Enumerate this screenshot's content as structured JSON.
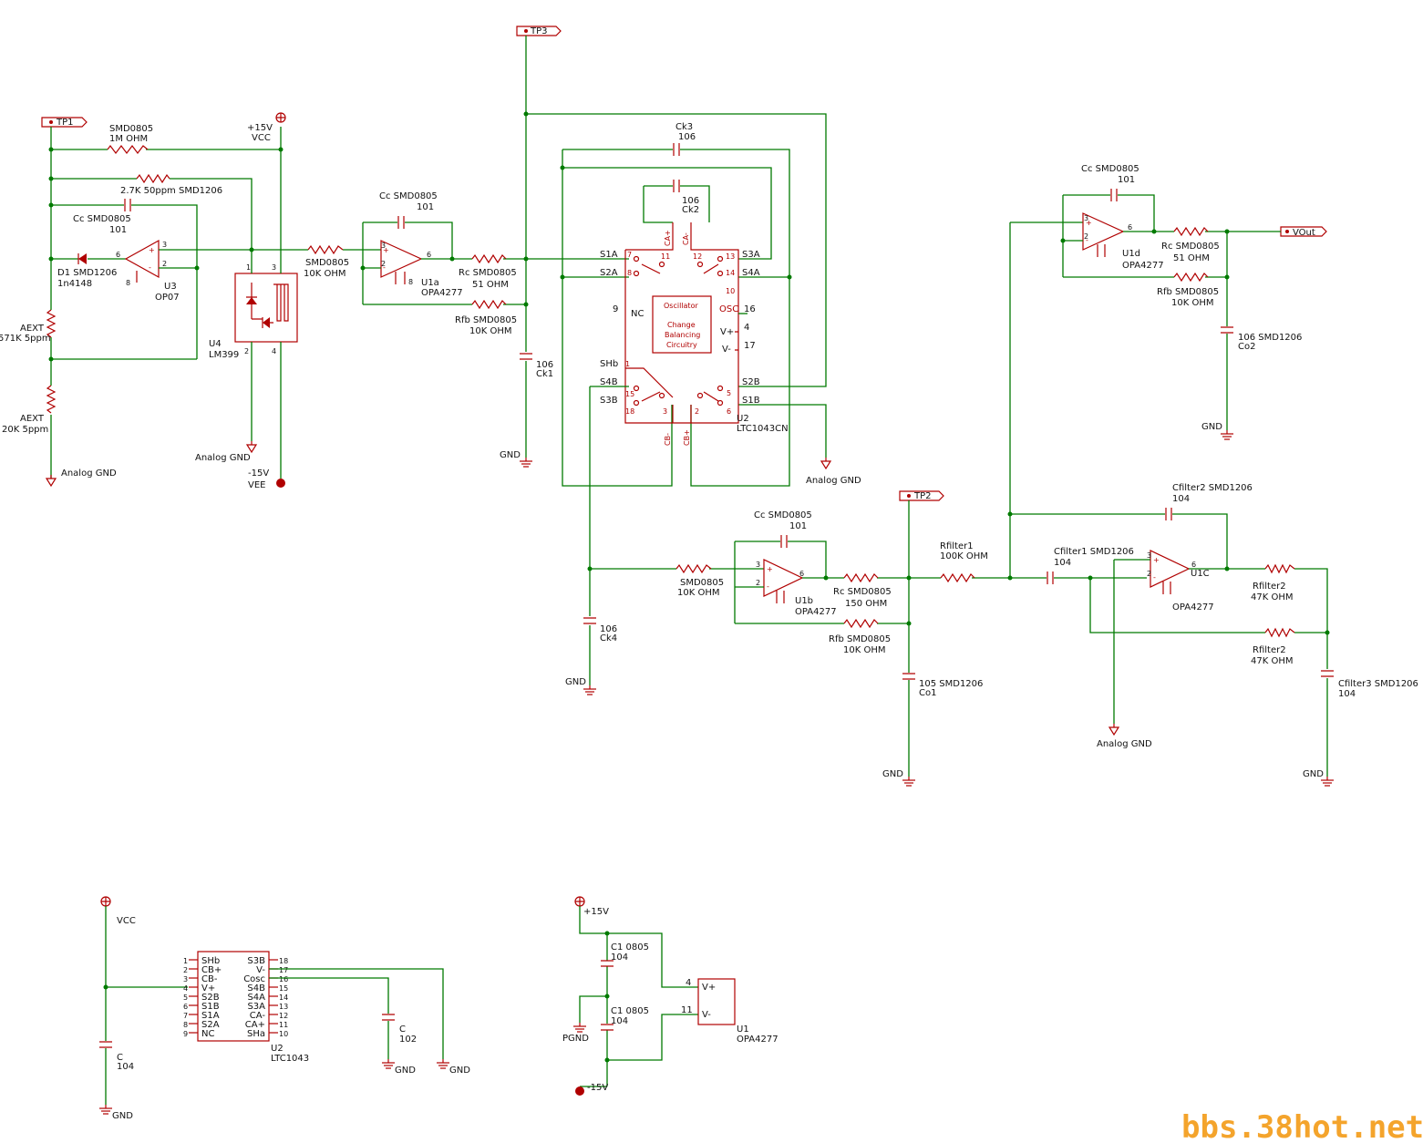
{
  "watermark": "bbs.38hot.net",
  "tp": {
    "tp1": "TP1",
    "tp2": "TP2",
    "tp3": "TP3",
    "vout": "VOut"
  },
  "power": {
    "vcc_v": "+15V",
    "vcc_n": "VCC",
    "vee_v": "-15V",
    "vee_n": "VEE",
    "agnd1": "Analog GND",
    "agnd2": "Analog GND",
    "agnd3": "Analog GND",
    "agnd4": "Analog GND",
    "gnd1": "GND",
    "gnd2": "GND",
    "gnd3": "GND",
    "gnd4": "GND",
    "gnd5": "GND",
    "gnd6": "GND",
    "gnd7": "GND",
    "gnd8": "GND",
    "gnd9": "GND",
    "vcc2": "VCC",
    "p15": "+15V",
    "m15": "-15V",
    "pgnd": "PGND"
  },
  "ref": {
    "r1m_a": "SMD0805",
    "r1m_b": "1M OHM",
    "r27k": "2.7K 50ppm SMD1206",
    "cc_a": "Cc SMD0805",
    "cc_b": "101",
    "u3_p3": "3",
    "u3_p2": "2",
    "u3_p6": "6",
    "u3_p8": "8",
    "u3_a": "U3",
    "u3_b": "OP07",
    "d1_a": "D1 SMD1206",
    "d1_b": "1n4148",
    "aext1_a": "AEXT",
    "aext1_b": "571K 5ppm",
    "aext2_a": "AEXT",
    "aext2_b": "20K 5ppm",
    "u4_a": "U4",
    "u4_b": "LM399",
    "u4_p1": "1",
    "u4_p2": "2",
    "u4_p3": "3",
    "u4_p4": "4"
  },
  "u1a": {
    "cc_a": "Cc SMD0805",
    "cc_b": "101",
    "rin_a": "SMD0805",
    "rin_b": "10K OHM",
    "p3": "3",
    "p2": "2",
    "p6": "6",
    "p8": "8",
    "name_a": "U1a",
    "name_b": "OPA4277",
    "rc_a": "Rc SMD0805",
    "rc_b": "51 OHM",
    "rfb_a": "Rfb SMD0805",
    "rfb_b": "10K OHM",
    "ck1_a": "106",
    "ck1_b": "Ck1"
  },
  "u2": {
    "ck3_a": "Ck3",
    "ck3_b": "106",
    "ck2_a": "106",
    "ck2_b": "Ck2",
    "s1a": "S1A",
    "s2a": "S2A",
    "s3a": "S3A",
    "s4a": "S4A",
    "s2b": "S2B",
    "s1b": "S1B",
    "s4b": "S4B",
    "s3b": "S3B",
    "shb": "SHb",
    "p7": "7",
    "p8": "8",
    "p11": "11",
    "p12": "12",
    "p13": "13",
    "p14": "14",
    "p10": "10",
    "p9": "9",
    "nc": "NC",
    "p16": "16",
    "p4": "4",
    "p17": "17",
    "p1": "1",
    "p15": "15",
    "p18": "18",
    "p3": "3",
    "p2": "2",
    "p5": "5",
    "p6": "6",
    "vplus": "V+",
    "vminus": "V-",
    "osc": "OSC",
    "osc_t1": "Oscillator",
    "osc_t2": "Change",
    "osc_t3": "Balancing",
    "osc_t4": "Circuitry",
    "ca_p": "CA+",
    "ca_m": "CA-",
    "cb_m": "CB-",
    "cb_p": "CB+",
    "name_a": "U2",
    "name_b": "LTC1043CN",
    "ck4_a": "106",
    "ck4_b": "Ck4"
  },
  "u1b": {
    "rin_a": "SMD0805",
    "rin_b": "10K OHM",
    "cc_a": "Cc SMD0805",
    "cc_b": "101",
    "p3": "3",
    "p2": "2",
    "p6": "6",
    "name_a": "U1b",
    "name_b": "OPA4277",
    "rc_a": "Rc SMD0805",
    "rc_b": "150 OHM",
    "rfb_a": "Rfb SMD0805",
    "rfb_b": "10K OHM",
    "co1_a": "105 SMD1206",
    "co1_b": "Co1"
  },
  "filter": {
    "rf1_a": "Rfilter1",
    "rf1_b": "100K OHM",
    "cf1_a": "Cfilter1 SMD1206",
    "cf1_b": "104",
    "cf2_a": "Cfilter2 SMD1206",
    "cf2_b": "104",
    "p3": "3",
    "p2": "2",
    "p6": "6",
    "name_a": "U1C",
    "name_b": "OPA4277",
    "rf2a_a": "Rfilter2",
    "rf2a_b": "47K OHM",
    "rf2b_a": "Rfilter2",
    "rf2b_b": "47K OHM",
    "cf3_a": "Cfilter3 SMD1206",
    "cf3_b": "104"
  },
  "u1d": {
    "cc_a": "Cc SMD0805",
    "cc_b": "101",
    "p3": "3",
    "p2": "2",
    "p6": "6",
    "name_a": "U1d",
    "name_b": "OPA4277",
    "rc_a": "Rc SMD0805",
    "rc_b": "51 OHM",
    "rfb_a": "Rfb SMD0805",
    "rfb_b": "10K OHM",
    "co2_a": "106 SMD1206",
    "co2_b": "Co2"
  },
  "ltc": {
    "left_pins": [
      "1",
      "2",
      "3",
      "4",
      "5",
      "6",
      "7",
      "8",
      "9"
    ],
    "left_names": [
      "SHb",
      "CB+",
      "CB-",
      "V+",
      "S2B",
      "S1B",
      "S1A",
      "S2A",
      "NC"
    ],
    "right_pins": [
      "18",
      "17",
      "16",
      "15",
      "14",
      "13",
      "12",
      "11",
      "10"
    ],
    "right_names": [
      "S3B",
      "V-",
      "Cosc",
      "S4B",
      "S4A",
      "S3A",
      "CA-",
      "CA+",
      "SHa"
    ],
    "name_a": "U2",
    "name_b": "LTC1043",
    "c104_a": "C",
    "c104_b": "104",
    "c102_a": "C",
    "c102_b": "102"
  },
  "psu": {
    "c1a_a": "C1 0805",
    "c1a_b": "104",
    "c1b_a": "C1 0805",
    "c1b_b": "104",
    "p4": "4",
    "p11": "11",
    "vplus": "V+",
    "vminus": "V-",
    "name_a": "U1",
    "name_b": "OPA4277"
  }
}
